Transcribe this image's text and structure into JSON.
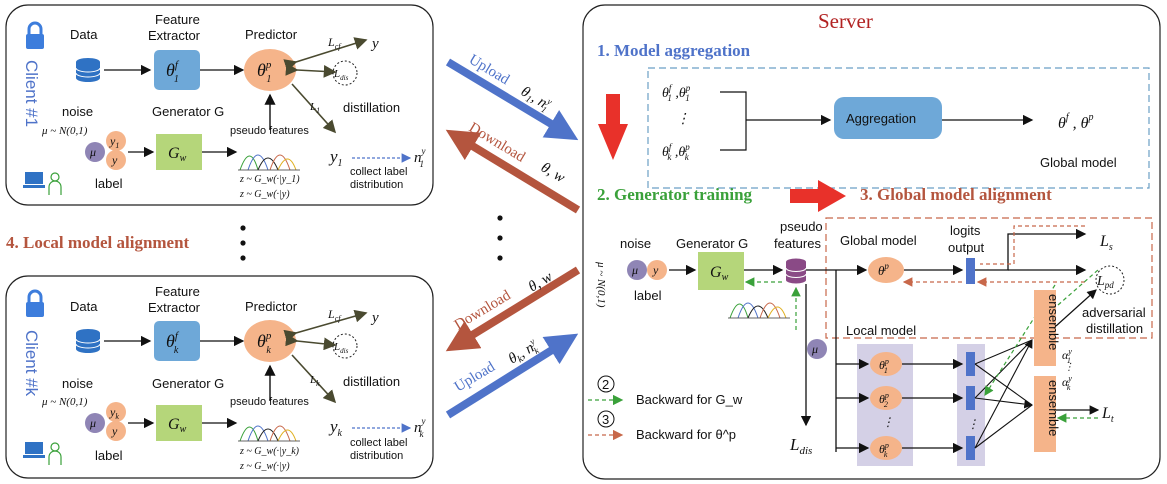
{
  "server": {
    "title": "Server",
    "step1": "1. Model aggregation",
    "step2": "2. Generator training",
    "step3": "3. Global model alignment",
    "aggregation": "Aggregation",
    "global_params": "θ^f , θ^p",
    "global_model_caption": "Global model",
    "noise": "noise",
    "label": "label",
    "generator": "Generator G",
    "pseudo_features": [
      "pseudo",
      "features"
    ],
    "global_model": "Global model",
    "logits_output": [
      "logits",
      "output"
    ],
    "local_model": "Local model",
    "ensemble": "ensemble",
    "adversarial_distillation": [
      "adversarial",
      "distillation"
    ],
    "loss_s": "L_s",
    "loss_pd": "L_pd",
    "loss_t": "L_t",
    "loss_dis": "L_dis",
    "noise_dist": "μ ~ N(0,1)",
    "legend_generator": "Backward for G_w",
    "legend_theta": "Backward for θ^p",
    "alpha_1": "α_1^y",
    "alpha_k": "α_k^y"
  },
  "client1": {
    "name": "Client #1",
    "data": "Data",
    "feature_extractor": [
      "Feature",
      "Extractor"
    ],
    "predictor": "Predictor",
    "noise": "noise",
    "generator": "Generator G",
    "label": "label",
    "pseudo_features": "pseudo features",
    "distillation": "distillation",
    "collect": [
      "collect label",
      "distribution"
    ],
    "noise_dist": "μ ~ N(0,1)",
    "z1": "z ~ G_w(·|y_1)",
    "z2": "z ~ G_w(·|y)"
  },
  "clientk": {
    "name": "Client #k",
    "data": "Data",
    "feature_extractor": [
      "Feature",
      "Extractor"
    ],
    "predictor": "Predictor",
    "noise": "noise",
    "generator": "Generator G",
    "label": "label",
    "pseudo_features": "pseudo features",
    "distillation": "distillation",
    "collect": [
      "collect label",
      "distribution"
    ],
    "noise_dist": "μ ~ N(0,1)",
    "z1": "z ~ G_w(·|y_k)",
    "z2": "z ~ G_w(·|y)"
  },
  "step4": "4. Local model alignment",
  "arrows": {
    "upload1": "Upload",
    "download1": "Download",
    "download2": "Download",
    "upload2": "Upload"
  },
  "colors": {
    "blue": "#4f73c9",
    "red": "#b4553e",
    "green": "#3aa13a",
    "orange_node": "#f5b48a",
    "blue_node": "#6ea8d8",
    "green_node": "#b5d67a",
    "purple_node": "#8f85b5"
  }
}
